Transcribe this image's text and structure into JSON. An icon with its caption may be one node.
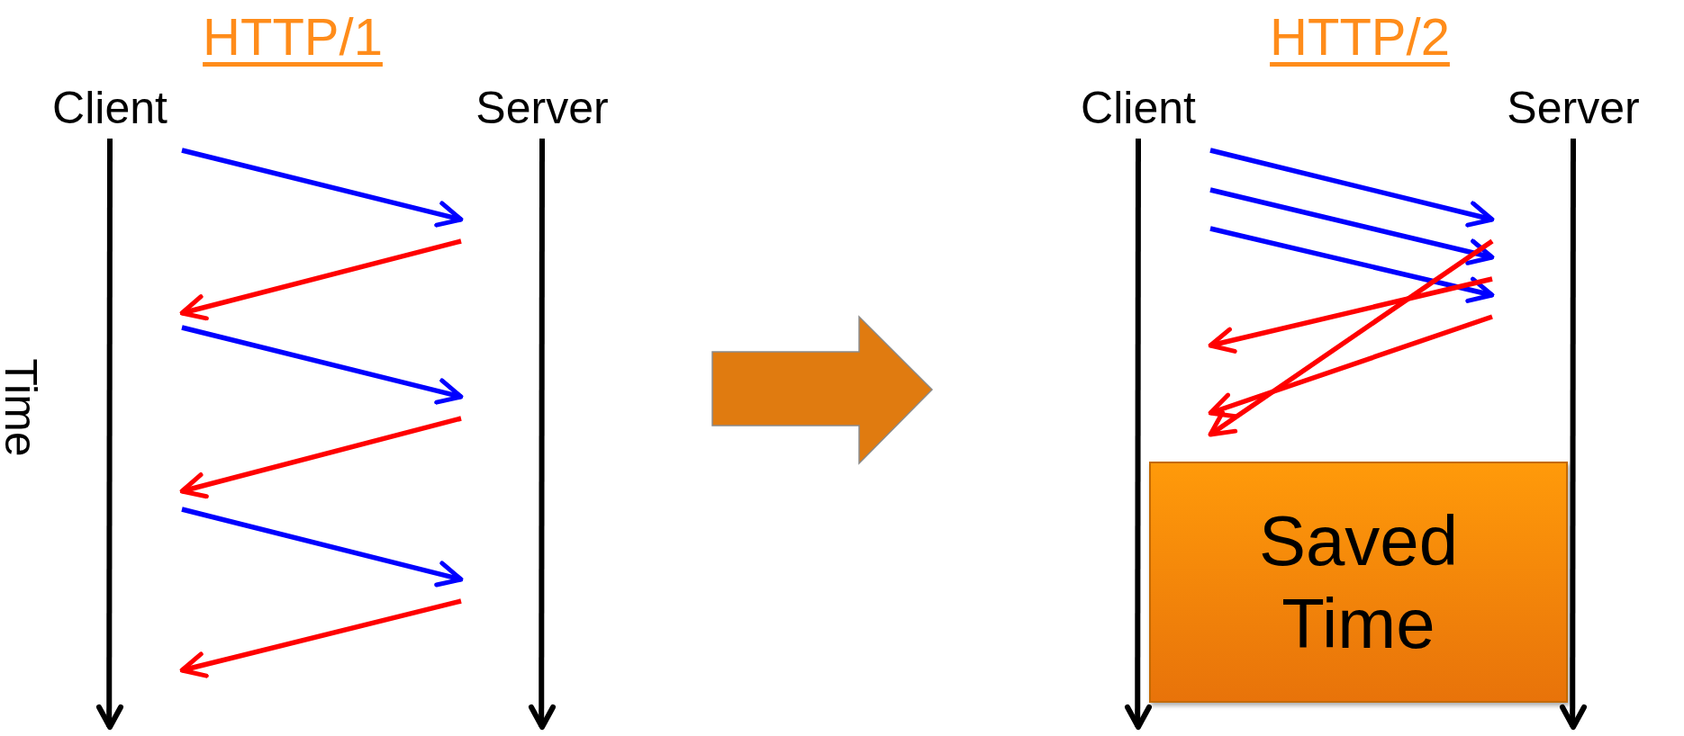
{
  "diagram": {
    "nodes": [
      {
        "text": [
          "Client"
        ]
      },
      {
        "text": [
          "Server"
        ]
      },
      {
        "text": [
          "Client"
        ]
      },
      {
        "text": [
          "Server"
        ]
      },
      {
        "text": [
          "Saved Time"
        ]
      }
    ],
    "edges": [
      {
        "from": 0,
        "to": 1,
        "arrow": "to",
        "color": "#0000ff"
      },
      {
        "from": 1,
        "to": 0,
        "arrow": "to",
        "color": "#ff0000"
      },
      {
        "from": 0,
        "to": 1,
        "arrow": "to",
        "color": "#0000ff"
      },
      {
        "from": 1,
        "to": 0,
        "arrow": "to",
        "color": "#ff0000"
      },
      {
        "from": 0,
        "to": 1,
        "arrow": "to",
        "color": "#0000ff"
      },
      {
        "from": 1,
        "to": 0,
        "arrow": "to",
        "color": "#ff0000"
      },
      {
        "from": 2,
        "to": 3,
        "arrow": "to",
        "color": "#0000ff"
      },
      {
        "from": 2,
        "to": 3,
        "arrow": "to",
        "color": "#0000ff"
      },
      {
        "from": 2,
        "to": 3,
        "arrow": "to",
        "color": "#0000ff"
      },
      {
        "from": 3,
        "to": 2,
        "arrow": "to",
        "color": "#ff0000"
      },
      {
        "from": 3,
        "to": 2,
        "arrow": "to",
        "color": "#ff0000"
      },
      {
        "from": 3,
        "to": 2,
        "arrow": "to",
        "color": "#ff0000"
      }
    ],
    "labels": [
      "HTTP/1",
      "HTTP/2",
      "Time"
    ]
  }
}
